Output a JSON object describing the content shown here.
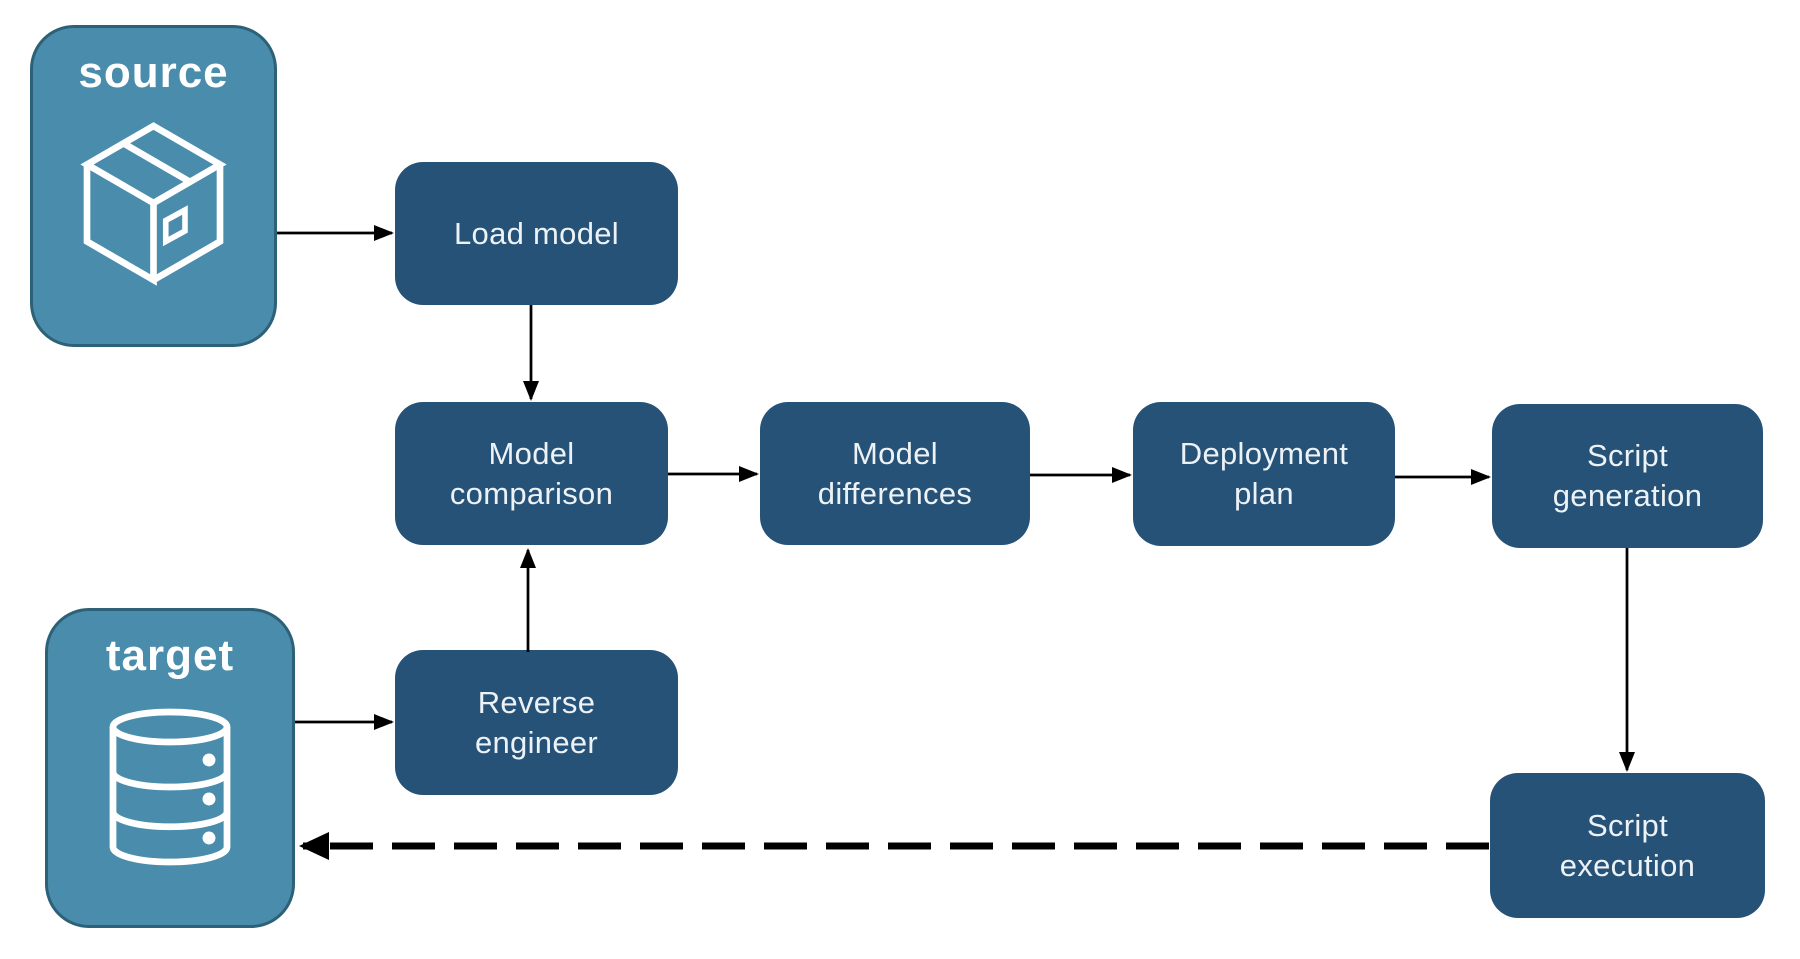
{
  "diagram": {
    "nodes": {
      "source": {
        "label": "source",
        "kind": "endpoint",
        "icon": "package-icon"
      },
      "target": {
        "label": "target",
        "kind": "endpoint",
        "icon": "database-icon"
      },
      "load_model": {
        "label": "Load model",
        "kind": "process"
      },
      "model_comparison": {
        "label": "Model\ncomparison",
        "kind": "process"
      },
      "model_differences": {
        "label": "Model\ndifferences",
        "kind": "process"
      },
      "deployment_plan": {
        "label": "Deployment\nplan",
        "kind": "process"
      },
      "script_generation": {
        "label": "Script\ngeneration",
        "kind": "process"
      },
      "script_execution": {
        "label": "Script\nexecution",
        "kind": "process"
      },
      "reverse_engineer": {
        "label": "Reverse\nengineer",
        "kind": "process"
      }
    },
    "edges": [
      {
        "from": "source",
        "to": "load_model",
        "style": "solid"
      },
      {
        "from": "load_model",
        "to": "model_comparison",
        "style": "solid"
      },
      {
        "from": "model_comparison",
        "to": "model_differences",
        "style": "solid"
      },
      {
        "from": "model_differences",
        "to": "deployment_plan",
        "style": "solid"
      },
      {
        "from": "deployment_plan",
        "to": "script_generation",
        "style": "solid"
      },
      {
        "from": "script_generation",
        "to": "script_execution",
        "style": "solid"
      },
      {
        "from": "script_execution",
        "to": "target",
        "style": "dashed"
      },
      {
        "from": "target",
        "to": "reverse_engineer",
        "style": "solid"
      },
      {
        "from": "reverse_engineer",
        "to": "model_comparison",
        "style": "solid"
      }
    ],
    "colors": {
      "process_fill": "#275277",
      "endpoint_fill": "#4A8CAB",
      "endpoint_border": "#2D6177",
      "label_text": "#FFFFFF",
      "arrow": "#000000",
      "background": "#FFFFFF"
    }
  }
}
